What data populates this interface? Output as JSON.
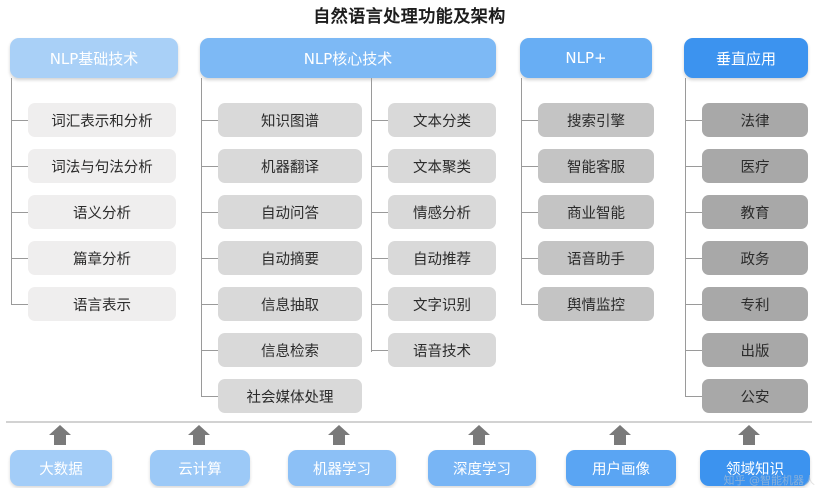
{
  "title": "自然语言处理功能及架构",
  "colors": {
    "header_basic": "#a9d0f7",
    "header_core": "#7db9f5",
    "header_plus": "#68aef4",
    "header_vertical": "#3c93ef",
    "node_basic": "#efeeee",
    "node_core": "#d9d9d9",
    "node_plus": "#c4c4c4",
    "node_vertical": "#a8a8a8",
    "connector": "#9a9a9a",
    "arrow": "#7a7a7a",
    "baseline": "#d2d2d2"
  },
  "headers": {
    "basic": "NLP基础技术",
    "core": "NLP核心技术",
    "plus": "NLP+",
    "vertical": "垂直应用"
  },
  "columns": {
    "basic": [
      "词汇表示和分析",
      "词法与句法分析",
      "语义分析",
      "篇章分析",
      "语言表示"
    ],
    "core_left": [
      "知识图谱",
      "机器翻译",
      "自动问答",
      "自动摘要",
      "信息抽取",
      "信息检索",
      "社会媒体处理"
    ],
    "core_right": [
      "文本分类",
      "文本聚类",
      "情感分析",
      "自动推荐",
      "文字识别",
      "语音技术"
    ],
    "plus": [
      "搜索引擎",
      "智能客服",
      "商业智能",
      "语音助手",
      "舆情监控"
    ],
    "vertical": [
      "法律",
      "医疗",
      "教育",
      "政务",
      "专利",
      "出版",
      "公安"
    ]
  },
  "foundation": [
    {
      "label": "大数据",
      "color": "#a3cdf8"
    },
    {
      "label": "云计算",
      "color": "#9cc9f7"
    },
    {
      "label": "机器学习",
      "color": "#8cc0f6"
    },
    {
      "label": "深度学习",
      "color": "#78b5f5"
    },
    {
      "label": "用户画像",
      "color": "#5aa5f3"
    },
    {
      "label": "领域知识",
      "color": "#3c93ef"
    }
  ],
  "watermark": "知乎 @智能机器人"
}
